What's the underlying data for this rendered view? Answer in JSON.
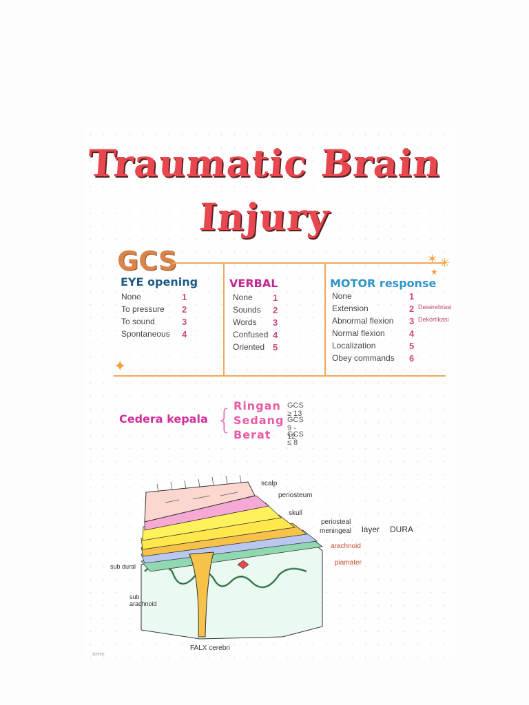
{
  "title": {
    "line1": "Traumatic Brain",
    "line2": "Injury"
  },
  "gcs": {
    "label": "GCS",
    "eye": {
      "heading": "EYE opening",
      "rows": [
        {
          "label": "None",
          "score": "1"
        },
        {
          "label": "To pressure",
          "score": "2"
        },
        {
          "label": "To sound",
          "score": "3"
        },
        {
          "label": "Spontaneous",
          "score": "4"
        }
      ]
    },
    "verbal": {
      "heading": "VERBAL",
      "rows": [
        {
          "label": "None",
          "score": "1"
        },
        {
          "label": "Sounds",
          "score": "2"
        },
        {
          "label": "Words",
          "score": "3"
        },
        {
          "label": "Confused",
          "score": "4"
        },
        {
          "label": "Oriented",
          "score": "5"
        }
      ]
    },
    "motor": {
      "heading": "MOTOR response",
      "rows": [
        {
          "label": "None",
          "score": "1",
          "note": ""
        },
        {
          "label": "Extension",
          "score": "2",
          "note": "Deserebrasi"
        },
        {
          "label": "Abnormal flexion",
          "score": "3",
          "note": "Dekortikasi"
        },
        {
          "label": "Normal flexion",
          "score": "4",
          "note": ""
        },
        {
          "label": "Localization",
          "score": "5",
          "note": ""
        },
        {
          "label": "Obey commands",
          "score": "6",
          "note": ""
        }
      ]
    }
  },
  "cedera": {
    "label": "Cedera kepala",
    "levels": [
      {
        "name": "Ringan",
        "range": "GCS ≥ 13"
      },
      {
        "name": "Sedang",
        "range": "GCS 9 - 12"
      },
      {
        "name": "Berat",
        "range": "GCS ≤ 8"
      }
    ]
  },
  "diagram": {
    "labels": {
      "scalp": "scalp",
      "periosteum": "periosteum",
      "skull": "skull",
      "periosteal": "periosteal",
      "meningeal": "meningeal",
      "layer": "layer",
      "dura": "DURA",
      "arachnoid": "arachnoid",
      "piamater": "piamater",
      "subdural": "sub dural",
      "subarachnoid": "sub arachnoid",
      "falx": "FALX cerebri"
    }
  },
  "footer": "SOVEO",
  "colors": {
    "title": "#e8474f",
    "gcs": "#d9854a",
    "eye": "#1d5b87",
    "verbal": "#c2278f",
    "motor": "#2f94c9",
    "score": "#d1477e",
    "cedera": "#d02e99",
    "rule": "#f2a65a"
  }
}
